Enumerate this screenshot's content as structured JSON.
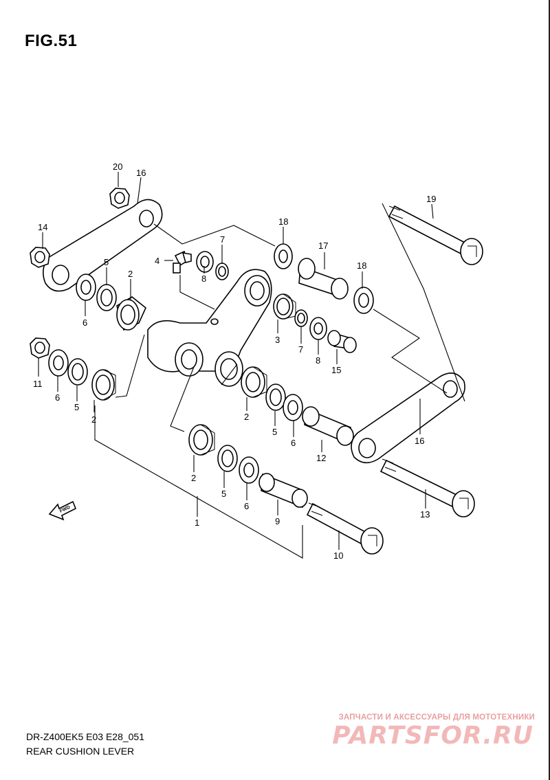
{
  "figure": {
    "title": "FIG.51",
    "model_code": "DR-Z400EK5 E03 E28_051",
    "caption": "REAR CUSHION LEVER"
  },
  "direction_tag": "FWD",
  "watermark": {
    "tagline": "ЗАПЧАСТИ И АКСЕССУАРЫ ДЛЯ МОТОТЕХНИКИ",
    "brand": "PARTSFOR.RU"
  },
  "callouts": {
    "c1": "1",
    "c2a": "2",
    "c2b": "2",
    "c2c": "2",
    "c2d": "2",
    "c3": "3",
    "c4": "4",
    "c5a": "5",
    "c5b": "5",
    "c5c": "5",
    "c5d": "5",
    "c6a": "6",
    "c6b": "6",
    "c6c": "6",
    "c6d": "6",
    "c7a": "7",
    "c7b": "7",
    "c8a": "8",
    "c8b": "8",
    "c9": "9",
    "c10": "10",
    "c11": "11",
    "c12": "12",
    "c13": "13",
    "c14": "14",
    "c15": "15",
    "c16a": "16",
    "c16b": "16",
    "c17": "17",
    "c18a": "18",
    "c18b": "18",
    "c19": "19",
    "c20": "20"
  },
  "colors": {
    "line": "#000000",
    "background": "#ffffff",
    "watermark": "#f2b8b8"
  }
}
